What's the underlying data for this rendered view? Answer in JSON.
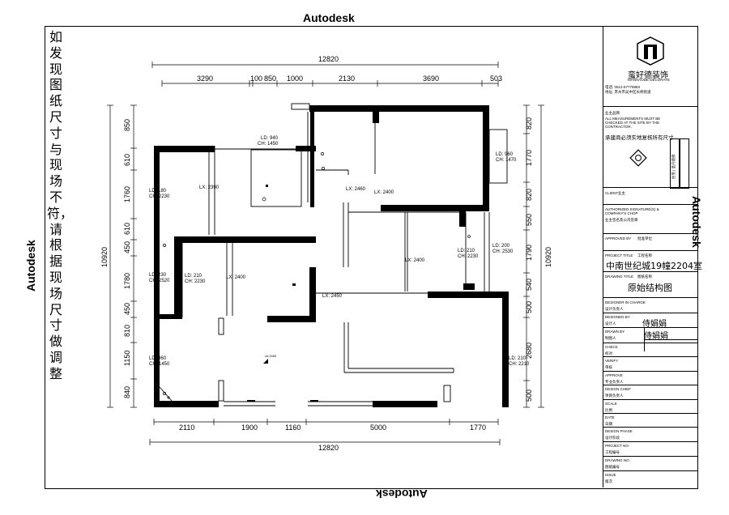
{
  "watermark": {
    "top": "Autodesk",
    "bottom": "Autodesk",
    "left": "Autodesk",
    "right": "Autodesk"
  },
  "notice": "如发现图纸尺寸与现场不符，请根据现场尺寸做调整",
  "dimensions": {
    "top_total": "12820",
    "top_segments": [
      "3290",
      "100",
      "850",
      "1000",
      "2130",
      "3690",
      "503"
    ],
    "bottom_total": "12820",
    "bottom_segments": [
      "2110",
      "1900",
      "1160",
      "5000",
      "1770"
    ],
    "left_total": "10920",
    "left_segments": [
      "850",
      "610",
      "1760",
      "610",
      "450",
      "1780",
      "450",
      "810",
      "1150",
      "840"
    ],
    "right_total": "10920",
    "right_segments": [
      "820",
      "1770",
      "820",
      "550",
      "1790",
      "540",
      "500",
      "2680",
      "500"
    ]
  },
  "room_labels": {
    "ld_940": "LD: 940",
    "ch_1450_top": "CH: 1450",
    "ld_960_right": "LD: 960",
    "ch_1470": "CH: 1470",
    "lx_2390": "LX: 2390",
    "lx_2460": "LX: 2460",
    "lx_2400_a": "LX: 2400",
    "ld_1180": "LD: 180",
    "ch_2230_a": "CH: 2230",
    "ld_230": "LD: 230",
    "ch_2520": "CH: 2520",
    "ld_210_a": "LD: 210",
    "ch_2230_b": "CH: 2230",
    "lx_2400_b": "LX: 2400",
    "lx_2400_c": "LX: 2400",
    "ld_210_b": "LD: 210",
    "ch_2230_c": "CH: 2230",
    "ld_200": "LD: 200",
    "ch_2530": "CH: 2530",
    "lx_2450": "LX: 2450",
    "ld_960_left": "LD: 960",
    "ch_1450_left": "CH: 1450",
    "ld_210_c": "LD: 210",
    "ch_2210": "CH: 2210",
    "center_mark": "ch:2450"
  },
  "title_block": {
    "company_cn": "蛮好德装饰",
    "company_en": "MANHAODE DECORATE",
    "company_tel": "电话: 0512-67778883",
    "company_addr": "地址: 苏州市吴中区长桥街道",
    "owner_tag": "业主品牌",
    "note_en": "ALL MEASUREMENTS MUST BE CHECKED AT THE SITE BY THE CONTRACTOR.",
    "note_cn": "承建商必须实地复核所有尺寸",
    "client_label": "CLIENT",
    "client_cn": "业主",
    "signature_label": "AUTHORIZED SIGNATURE(S) & COMPANY'S CHOP",
    "signature_cn": "业主签名及公司签章",
    "approved_label": "APPROVED BY",
    "approved_cn": "批准单位",
    "project_label": "PROJECT TITLE",
    "project_cn": "工程名称",
    "project_title": "中南世纪城19幢2204室",
    "drawing_label": "DRAWING TITLE",
    "drawing_cn": "图纸名称",
    "drawing_title": "原始结构图",
    "designer_label": "DESIGNER IN CHARGE",
    "designer_cn": "设计负责人",
    "designed_label": "DESIGNED BY",
    "designed_cn": "设计人",
    "designed_name": "侍娟娟",
    "drawn_label": "DRAWN BY",
    "drawn_cn": "制图人",
    "drawn_name": "侍娟娟",
    "check_label": "CHECK",
    "check_cn": "校对",
    "verify_label": "VERIFY",
    "verify_cn": "审核",
    "approve_label": "APPROVE",
    "approve_cn": "专业负责人",
    "design_chief_label": "DESIGN CHIEF",
    "design_chief_cn": "项目负责人",
    "scale_label": "SCALE",
    "scale_cn": "比例",
    "date_label": "DATE",
    "date_cn": "日期",
    "phase_label": "DESIGN PHASE",
    "phase_cn": "设计阶段",
    "project_no_label": "PROJECT NO.",
    "project_no_cn": "工程编号",
    "drawing_no_label": "DRAWING NO.",
    "drawing_no_cn": "图纸编号",
    "issue_label": "ISSUE",
    "issue_cn": "版次",
    "side_stamp": "住宅 | 室内装修"
  },
  "colors": {
    "wall": "#000000",
    "line": "#000000",
    "paper": "#ffffff"
  }
}
